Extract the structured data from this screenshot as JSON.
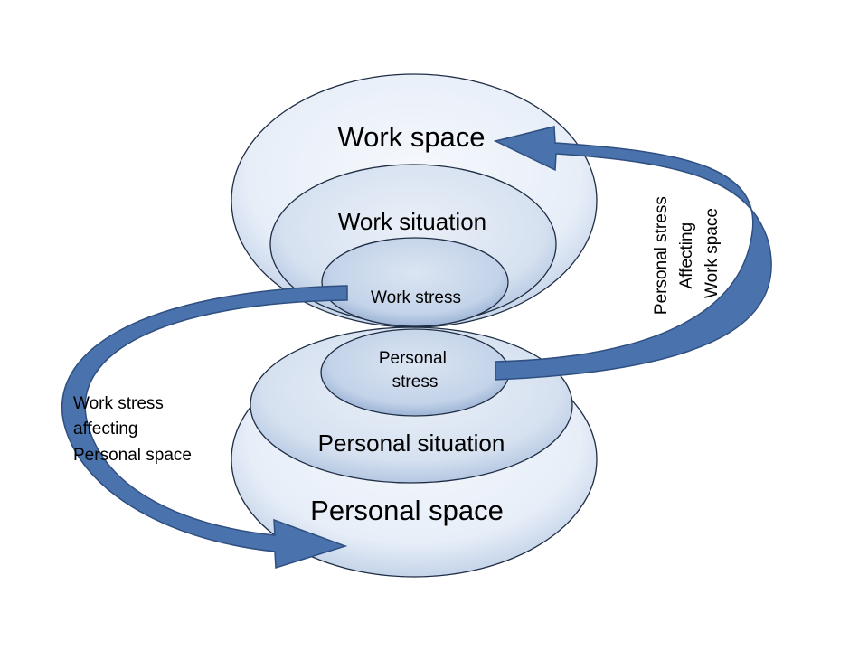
{
  "diagram": {
    "work_space": "Work space",
    "work_situation": "Work situation",
    "work_stress": "Work stress",
    "personal_stress": [
      "Personal",
      "stress"
    ],
    "personal_situation": "Personal situation",
    "personal_space": "Personal space",
    "left_note": [
      "Work stress",
      "affecting",
      "Personal space"
    ],
    "right_note": [
      "Personal stress",
      "Affecting",
      "Work space"
    ]
  },
  "colors": {
    "ellipse_light": "#eef3fa",
    "ellipse_mid": "#c6d5ea",
    "arrow_fill": "#4a72ad",
    "outline": "#1f2d44"
  }
}
